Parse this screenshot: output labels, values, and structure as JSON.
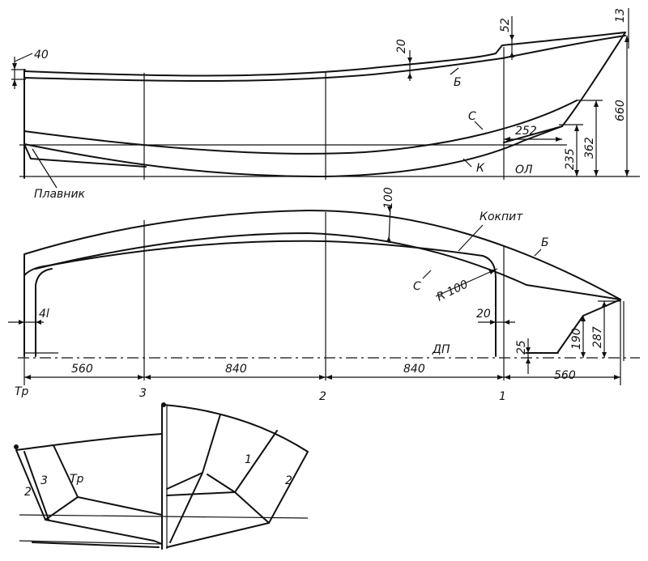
{
  "side_view": {
    "fin_label": "Плавник",
    "curve_labels": {
      "sheer": "Б",
      "chine": "С",
      "keel": "К"
    },
    "baseline_label": "ОЛ",
    "dims": {
      "bow_offset": "40",
      "sheer_step_20": "20",
      "sheer_step_52": "52",
      "stem_top": "13",
      "stem_height": "660",
      "chine_station": "252",
      "chine_height": "362",
      "keel_height": "235"
    }
  },
  "plan_view": {
    "cockpit_label": "Кокпит",
    "curve_labels": {
      "sheer": "Б",
      "chine": "С"
    },
    "centerline_label": "ДП",
    "dims": {
      "deck_width": "100",
      "cockpit_radius": "R 100",
      "transom_wall": "4l",
      "cockpit_wall": "20",
      "bow_offset_25": "25",
      "bow_width_190": "190",
      "bow_width_287": "287"
    },
    "spacings": [
      "560",
      "840",
      "840",
      "560"
    ],
    "stations": [
      "Тр",
      "3",
      "2",
      "1"
    ]
  },
  "body_plan": {
    "left_labels": [
      "2",
      "3",
      "Тр"
    ],
    "right_labels": [
      "1",
      "2"
    ]
  }
}
